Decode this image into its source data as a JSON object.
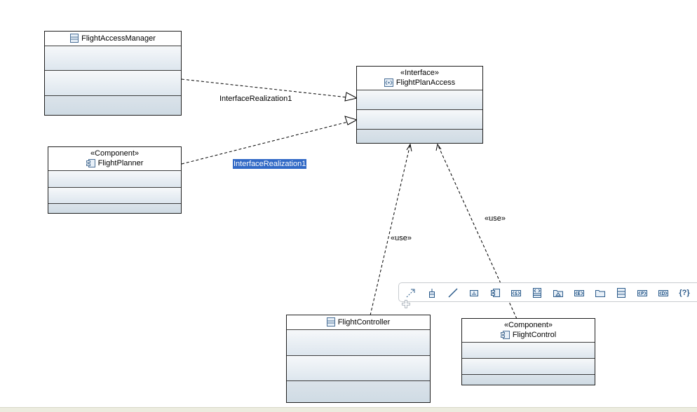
{
  "diagram": {
    "classes": [
      {
        "id": "flight-access-manager",
        "name": "FlightAccessManager",
        "stereotype": ""
      },
      {
        "id": "flight-controller",
        "name": "FlightController",
        "stereotype": ""
      }
    ],
    "components": [
      {
        "id": "flight-planner",
        "name": "FlightPlanner",
        "stereotype": "«Component»"
      },
      {
        "id": "flight-control",
        "name": "FlightControl",
        "stereotype": "«Component»"
      }
    ],
    "interfaces": [
      {
        "id": "flight-plan-access",
        "name": "FlightPlanAccess",
        "stereotype": "«Interface»"
      }
    ],
    "connectors": [
      {
        "type": "interface-realization",
        "from": "FlightAccessManager",
        "to": "FlightPlanAccess",
        "label": "InterfaceRealization1"
      },
      {
        "type": "interface-realization",
        "from": "FlightPlanner",
        "to": "FlightPlanAccess",
        "label": "InterfaceRealization1",
        "selected": true
      },
      {
        "type": "usage",
        "from": "FlightController",
        "to": "FlightPlanAccess",
        "label": "«use»"
      },
      {
        "type": "usage",
        "from": "FlightControl",
        "to": "FlightPlanAccess",
        "label": "«use»"
      }
    ]
  },
  "palette": {
    "tools": [
      "dependency-connector-icon",
      "property-icon",
      "association-line-icon",
      "instance-icon",
      "component-icon",
      "signal-icon",
      "interface-icon",
      "artifact-icon",
      "enumeration-icon",
      "package-icon",
      "class-icon",
      "primitive-type-icon",
      "datatype-icon",
      "unknown-type-icon"
    ],
    "unknown_label": "{?}"
  }
}
